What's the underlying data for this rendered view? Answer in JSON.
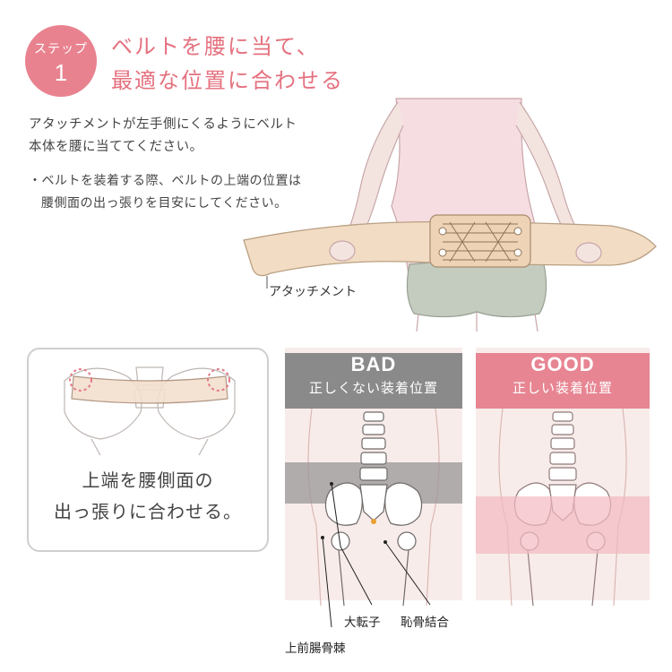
{
  "step": {
    "label": "ステップ",
    "number": "1"
  },
  "heading": {
    "line1": "ベルトを腰に当て、",
    "line2": "最適な位置に合わせる"
  },
  "instructions": {
    "line1": "アタッチメントが左手側にくるようにベルト",
    "line2": "本体を腰に当ててください。",
    "note_line1": "・ベルトを装着する際、ベルトの上端の位置は",
    "note_line2": "腰側面の出っ張りを目安にしてください。"
  },
  "illustration": {
    "attachment_label": "アタッチメント"
  },
  "tip": {
    "line1": "上端を腰側面の",
    "line2": "出っ張りに合わせる。"
  },
  "bad_panel": {
    "title": "BAD",
    "subtitle": "正しくない装着位置"
  },
  "good_panel": {
    "title": "GOOD",
    "subtitle": "正しい装着位置"
  },
  "anatomy_labels": {
    "greater_trochanter": "大転子",
    "pubic_symphysis": "恥骨結合",
    "anterior_superior_iliac_spine": "上前腸骨棘"
  },
  "colors": {
    "accent_pink": "#e9828f",
    "heading_pink": "#e5717f",
    "bad_header": "#8a8a8a",
    "good_header": "#e78592",
    "bad_band": "#9a9797",
    "good_band": "#f2b9c0",
    "belt_beige": "#f2dcc4"
  }
}
